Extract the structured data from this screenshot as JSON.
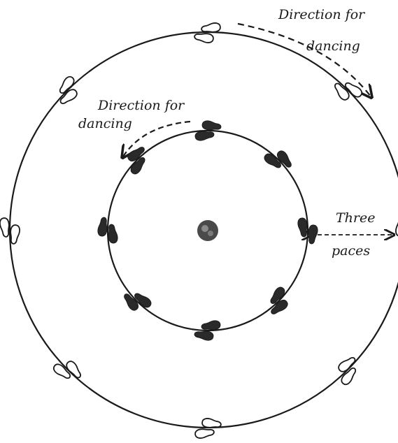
{
  "labels": {
    "outer_direction": [
      "Direction for",
      "dancing"
    ],
    "inner_direction": [
      "Direction for",
      "dancing"
    ],
    "spacing": [
      "Three",
      "paces"
    ]
  },
  "footprints": {
    "outer_count": 8,
    "inner_count": 8,
    "outer_style": "outline",
    "inner_style": "filled"
  },
  "colors": {
    "ink": "#1a1a1a",
    "filled_print": "#2a2a2a",
    "paper": "#ffffff"
  }
}
